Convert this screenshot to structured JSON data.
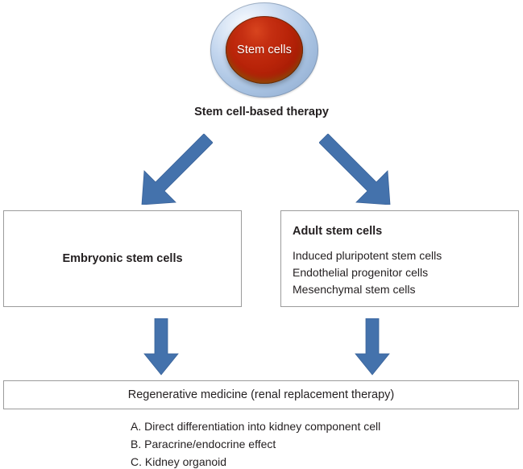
{
  "diagram": {
    "title": "Stem cell-based therapy pathway diagram",
    "accent_blue": "#4472ac",
    "box_border": "#9b9b9b",
    "cell_outer_color": "#a9c3e2",
    "cell_inner_color": "#b92409",
    "text_color": "#231f20"
  },
  "source_node": {
    "sphere_label": "Stem cells",
    "caption": "Stem cell-based therapy"
  },
  "branches": [
    {
      "id": "embryonic",
      "title": "Embryonic stem cells",
      "items": []
    },
    {
      "id": "adult",
      "title": "Adult stem cells",
      "items": [
        "Induced pluripotent stem cells",
        "Endothelial progenitor cells",
        "Mesenchymal stem cells"
      ]
    }
  ],
  "outcome": {
    "box_label": "Regenerative medicine (renal replacement therapy)",
    "items": [
      "A. Direct differentiation into kidney component cell",
      "B. Paracrine/endocrine effect",
      "C. Kidney organoid"
    ]
  },
  "arrows": {
    "down_left_label": "arrow to embryonic stem cells",
    "down_right_label": "arrow to adult stem cells",
    "down_from_embryonic_label": "arrow from embryonic stem cells to regenerative medicine",
    "down_from_adult_label": "arrow from adult stem cells to regenerative medicine"
  }
}
